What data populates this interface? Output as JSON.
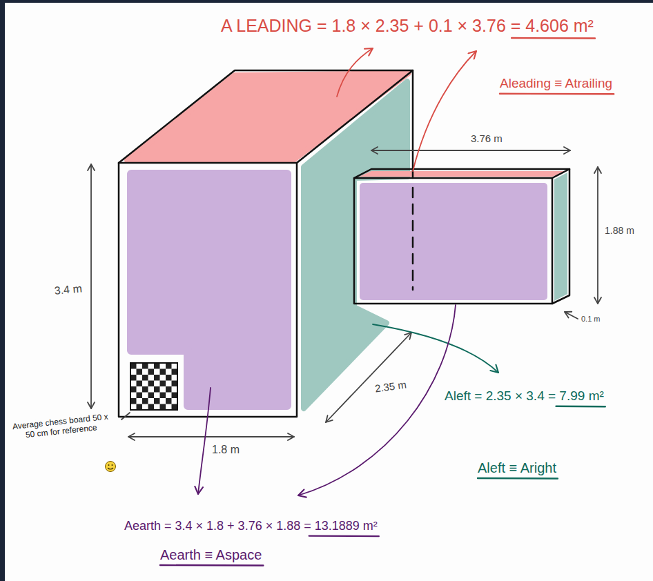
{
  "diagram": {
    "labels": [
      "A LEADING = 1.8 × 2.35 + 0.1 × 3.76 = 4.606 m²",
      "Aleading ≡ Atrailing",
      "3.76 m",
      "1.88 m",
      "0.1 m",
      "3.4 m",
      "2.35 m",
      "1.8 m",
      "Average chess board 50 x 50 cm for reference",
      "Aleft = 2.35 × 3.4 = 7.99 m²",
      "Aleft ≡ Aright",
      "Aearth = 3.4 × 1.8 + 3.76 × 1.88 = 13.1889 m²",
      "Aearth ≡ Aspace"
    ]
  }
}
